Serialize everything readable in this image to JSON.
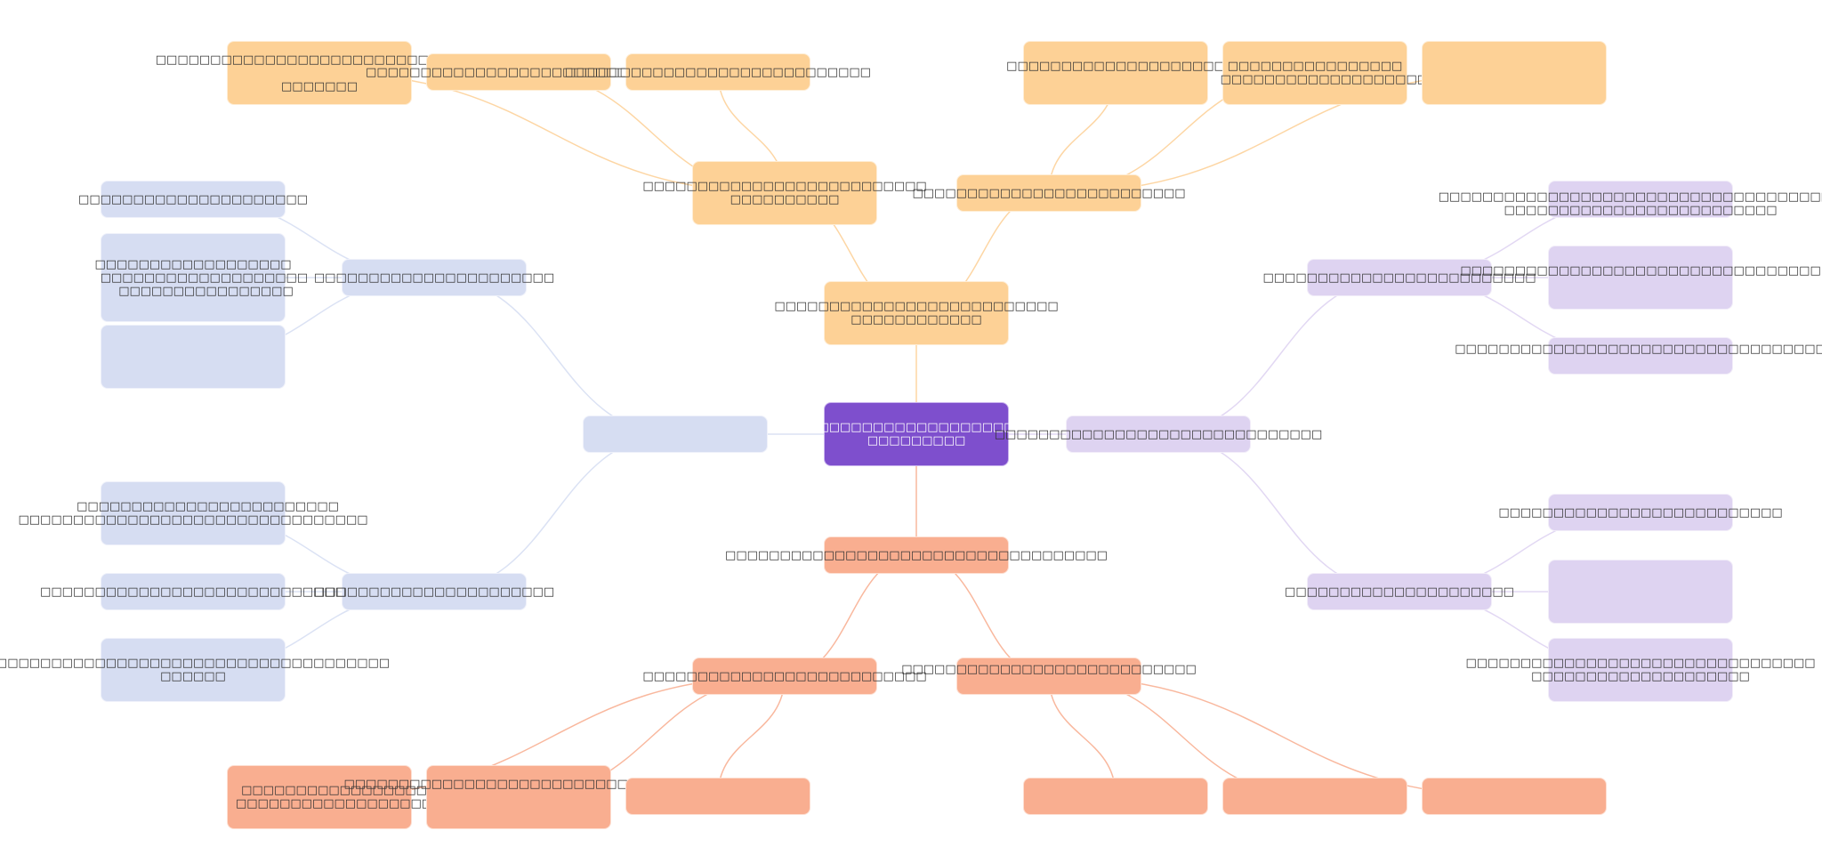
{
  "colors": {
    "root": "#7e4fcd",
    "orange": "#fdd196",
    "orange_edge": "#fdd6a4",
    "blue": "#d6ddf2",
    "blue_edge": "#dbe2f4",
    "purple": "#ded3f1",
    "purple_edge": "#e2d8f3",
    "salmon": "#f9ae90",
    "salmon_edge": "#f9b89e"
  },
  "nodes": {
    "root": {
      "lines": [
        "□□□□□□□□□□□□□□□□□□□□□□□□□□□□□□□□□□□□",
        "□□□□□□□□□"
      ],
      "color": "root"
    },
    "top": {
      "lines": [
        "□□□□□□□□□□□□□□□□□□□□□□□□□□",
        "□□□□□□□□□□□□"
      ],
      "color": "orange"
    },
    "top_a": {
      "lines": [
        "□□□□□□□□□□□□□□□□□□□□□□□□□□",
        "□□□□□□□□□□"
      ],
      "color": "orange"
    },
    "top_b": {
      "lines": [
        "□□□□□□□□□□□□□□□□□□□□□□□□□"
      ],
      "color": "orange"
    },
    "top_a1": {
      "lines": [
        "□□□□□□□□□□□□□□□□□□□□□□□□□□□□□□",
        "",
        "□□□□□□□"
      ],
      "color": "orange"
    },
    "top_a2": {
      "lines": [
        "□□□□□□□□□□□□□□□□□□□□□□□□□□□□"
      ],
      "color": "orange"
    },
    "top_a3": {
      "lines": [
        "□□□□□□□□□□□□□□□□□□□□□□□□□□□□"
      ],
      "color": "orange"
    },
    "top_b1": {
      "lines": [
        "□□□□□□□□□□□□□□□□□□□□",
        ""
      ],
      "color": "orange"
    },
    "top_b2": {
      "lines": [
        "□□□□□□□□□□□□□□□□",
        "     □□□□□□□□□□□□□□□□□□□"
      ],
      "color": "orange"
    },
    "top_b3": {
      "lines": [],
      "color": "orange"
    },
    "left": {
      "lines": [],
      "color": "blue"
    },
    "left_a": {
      "lines": [
        "□□□□□□□□□□□□□□□□□□□□□□"
      ],
      "color": "blue"
    },
    "left_b": {
      "lines": [
        "□□□□□□□□□□□□□□□□□□□□□□"
      ],
      "color": "blue"
    },
    "left_a1": {
      "lines": [
        "□□□□□□□□□□□□□□□□□□□□□"
      ],
      "color": "blue"
    },
    "left_a2": {
      "lines": [
        "□□□□□□□□□□□□□□□□□□",
        "      □□□□□□□□□□□□□□□□□□□",
        "       □□□□□□□□□□□□□□□□"
      ],
      "color": "blue"
    },
    "left_a3": {
      "lines": [],
      "color": "blue"
    },
    "left_b1": {
      "lines": [
        "        □□□□□□□□□□□□□□□□□□□□□□□□",
        "□□□□□□□□□□□□□□□□□□□□□□□□□□□□□□□□"
      ],
      "color": "blue"
    },
    "left_b2": {
      "lines": [
        "□□□□□□□□□□□□□□□□□□□□□□□□□□□□"
      ],
      "color": "blue"
    },
    "left_b3": {
      "lines": [
        "□□□□□□□□□□□□□□□□□□□□□□□□□□□□□□□□□□□□",
        "□□□□□□"
      ],
      "color": "blue"
    },
    "right": {
      "lines": [
        "□□□□□□□□□□□□□□□□□□□□□□□□□□□□□□"
      ],
      "color": "purple"
    },
    "right_a": {
      "lines": [
        "□□□□□□□□□□□□□□□□□□□□□□□□□"
      ],
      "color": "purple"
    },
    "right_b": {
      "lines": [
        "□□□□□□□□□□□□□□□□□□□□□"
      ],
      "color": "purple"
    },
    "right_a1": {
      "lines": [
        "□□□□□□□□□□□□□□□□□□□□□□□□□□□□□□□□□□□□□",
        "□□□□□□□□□□□□□□□□□□□□□□□□□"
      ],
      "color": "purple"
    },
    "right_a2": {
      "lines": [
        "   □□□□□□□□□□□□□□□□□□□□□□□□□□□□□□□□□□",
        ""
      ],
      "color": "purple"
    },
    "right_a3": {
      "lines": [
        "□□□□□□□□□□□□□□□□□□□□□□□□□□□□□□□□□□",
        ""
      ],
      "color": "purple"
    },
    "right_b1": {
      "lines": [
        "□□□□□□□□□□□□□□□□□□□□□□□□□□"
      ],
      "color": "purple"
    },
    "right_b2": {
      "lines": [],
      "color": "purple"
    },
    "right_b3": {
      "lines": [
        "□□□□□□□□□□□□□□□□□□□□□□□□□□□□□□□□",
        "□□□□□□□□□□□□□□□□□□□□"
      ],
      "color": "purple"
    },
    "bottom": {
      "lines": [
        "□□□□□□□□□□□□□□□□□□□□□□□□□□□□□□□□□□□"
      ],
      "color": "salmon"
    },
    "bottom_a": {
      "lines": [
        "□□□□□□□□□□□□□□□□□□□□□□□□□□"
      ],
      "color": "salmon"
    },
    "bottom_b": {
      "lines": [
        "□□□□□□□□□□□□□□□□□□□□□□□□□□□",
        ""
      ],
      "color": "salmon"
    },
    "bottom_a1": {
      "lines": [
        "        □□□□□□□□□□□□□□□□□",
        "        □□□□□□□□□□□□□□□□□□"
      ],
      "color": "salmon"
    },
    "bottom_a2": {
      "lines": [
        "□□□□□□□□□□□□□□□□□□□□□□□□□□□□□□□□",
        "",
        ""
      ],
      "color": "salmon"
    },
    "bottom_a3": {
      "lines": [],
      "color": "salmon"
    },
    "bottom_b1": {
      "lines": [],
      "color": "salmon"
    },
    "bottom_b2": {
      "lines": [],
      "color": "salmon"
    },
    "bottom_b3": {
      "lines": [],
      "color": "salmon"
    }
  },
  "edges": [
    [
      "root",
      "top"
    ],
    [
      "root",
      "left"
    ],
    [
      "root",
      "right"
    ],
    [
      "root",
      "bottom"
    ],
    [
      "top",
      "top_a"
    ],
    [
      "top",
      "top_b"
    ],
    [
      "top_a",
      "top_a1"
    ],
    [
      "top_a",
      "top_a2"
    ],
    [
      "top_a",
      "top_a3"
    ],
    [
      "top_b",
      "top_b1"
    ],
    [
      "top_b",
      "top_b2"
    ],
    [
      "top_b",
      "top_b3"
    ],
    [
      "left",
      "left_a"
    ],
    [
      "left",
      "left_b"
    ],
    [
      "left_a",
      "left_a1"
    ],
    [
      "left_a",
      "left_a2"
    ],
    [
      "left_a",
      "left_a3"
    ],
    [
      "left_b",
      "left_b1"
    ],
    [
      "left_b",
      "left_b2"
    ],
    [
      "left_b",
      "left_b3"
    ],
    [
      "right",
      "right_a"
    ],
    [
      "right",
      "right_b"
    ],
    [
      "right_a",
      "right_a1"
    ],
    [
      "right_a",
      "right_a2"
    ],
    [
      "right_a",
      "right_a3"
    ],
    [
      "right_b",
      "right_b1"
    ],
    [
      "right_b",
      "right_b2"
    ],
    [
      "right_b",
      "right_b3"
    ],
    [
      "bottom",
      "bottom_a"
    ],
    [
      "bottom",
      "bottom_b"
    ],
    [
      "bottom_a",
      "bottom_a1"
    ],
    [
      "bottom_a",
      "bottom_a2"
    ],
    [
      "bottom_a",
      "bottom_a3"
    ],
    [
      "bottom_b",
      "bottom_b1"
    ],
    [
      "bottom_b",
      "bottom_b2"
    ],
    [
      "bottom_b",
      "bottom_b3"
    ]
  ]
}
